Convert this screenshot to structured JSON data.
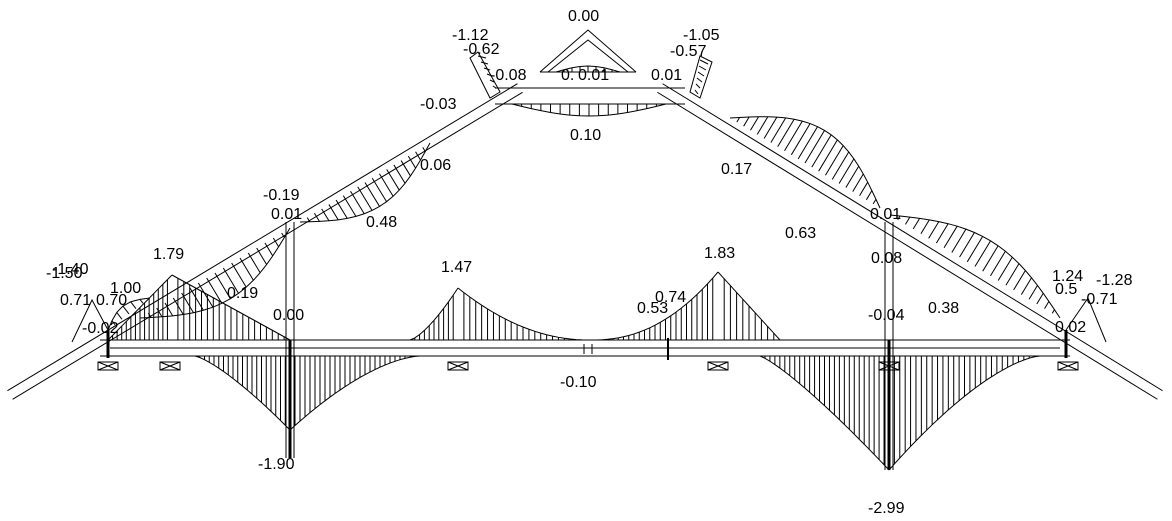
{
  "diagram": {
    "line_color": "#000000",
    "background": "#ffffff",
    "labels": {
      "apex_top": "0.00",
      "apex_left_tip": "-1.12",
      "apex_left_peak": "-0.62",
      "apex_left_joint": "-0.08",
      "apex_center_left": "0.",
      "apex_center": "0.01",
      "apex_right_joint": "0.01",
      "apex_right_tip": "-1.05",
      "apex_right_peak": "-0.57",
      "left_knee": "-0.03",
      "collar_beam": "0.10",
      "left_rafter_mid": "0.06",
      "right_rafter_upper": "0.17",
      "left_post_top_neg": "-0.19",
      "left_post_top": "0.01",
      "left_rafter_lower": "0.48",
      "right_rafter_lower": "0.63",
      "right_post_top": "0.01",
      "left_eave_neg": "-1.40",
      "left_eave_overlap": "-1.50",
      "left_eave_1": "1.00",
      "left_eave_071": "0.71",
      "left_eave_070": "0.70",
      "left_eave_002": "-0.02",
      "span1_peak": "1.79",
      "left_brace": "0.19",
      "left_post": "0.00",
      "span2_peak": "1.47",
      "span3_peak": "1.83",
      "hinge_upper": "0.74",
      "hinge_lower": "0.53",
      "right_post_upper": "0.08",
      "right_post": "-0.04",
      "right_brace": "0.38",
      "right_eave_124": "1.24",
      "right_eave_overlap": "0.5",
      "right_eave_128": "-1.28",
      "right_eave_071": "-0.71",
      "right_eave_002": "0.02",
      "midspan": "-0.10",
      "left_moment_min": "-1.90",
      "right_moment_min": "-2.99"
    }
  }
}
